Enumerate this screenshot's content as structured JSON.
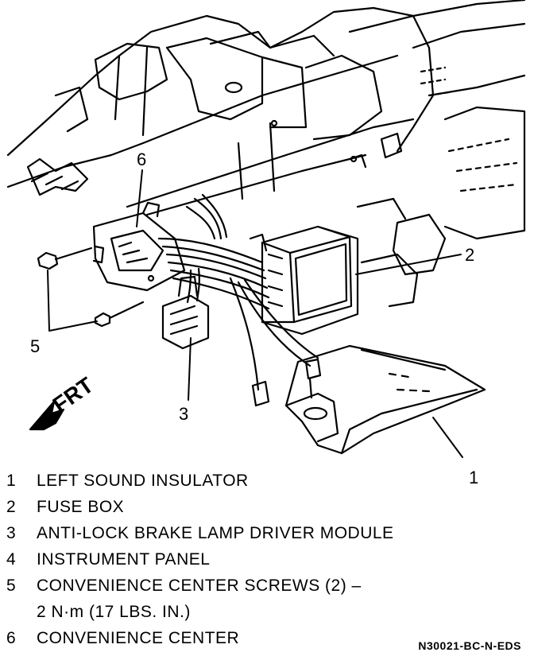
{
  "callouts": {
    "c1": "1",
    "c2": "2",
    "c3": "3",
    "c5": "5",
    "c6": "6"
  },
  "front_marker": "FRT",
  "legend": [
    {
      "num": "1",
      "text": "LEFT SOUND INSULATOR"
    },
    {
      "num": "2",
      "text": "FUSE BOX"
    },
    {
      "num": "3",
      "text": "ANTI-LOCK BRAKE LAMP DRIVER MODULE"
    },
    {
      "num": "4",
      "text": "INSTRUMENT PANEL"
    },
    {
      "num": "5",
      "text": "CONVENIENCE CENTER SCREWS (2) –"
    },
    {
      "num": "6",
      "text": "CONVENIENCE CENTER"
    }
  ],
  "legend_torque": "2 N·m (17 LBS. IN.)",
  "figure_code": "N30021-BC-N-EDS"
}
